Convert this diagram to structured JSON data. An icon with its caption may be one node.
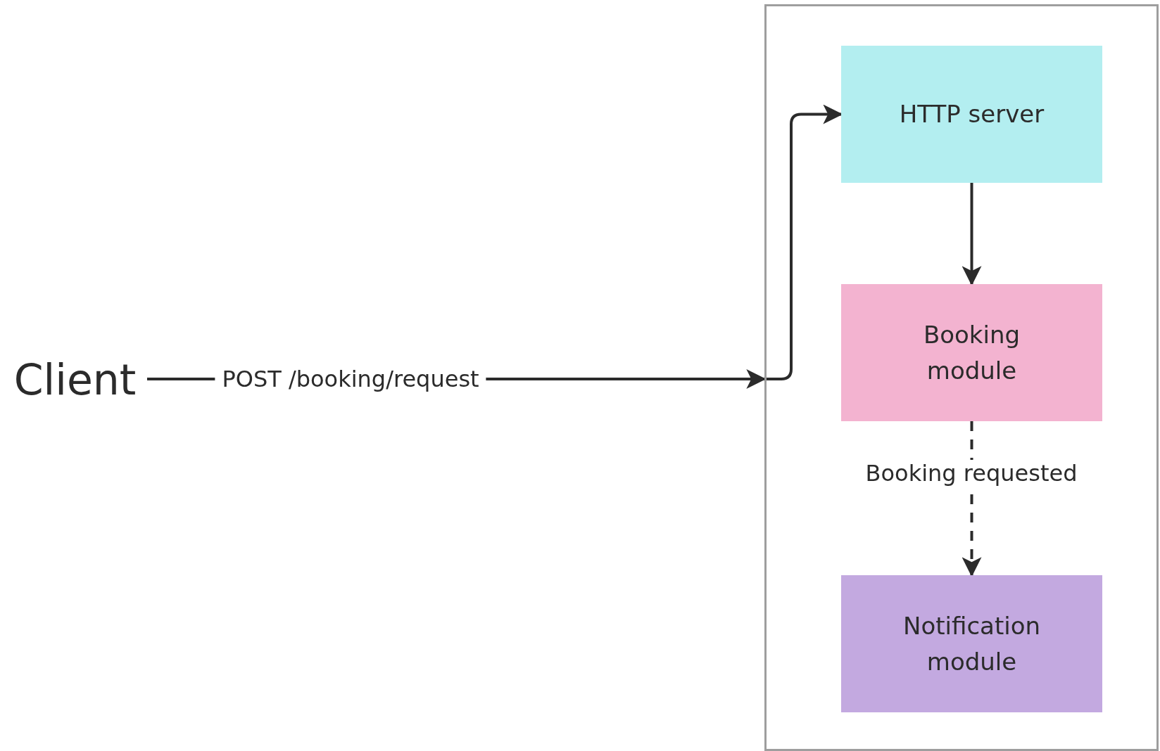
{
  "diagram": {
    "nodes": [
      {
        "text": [
          "Client"
        ]
      },
      {
        "text": [],
        "shape": "box"
      },
      {
        "text": [
          "HTTP server"
        ],
        "in": 1
      },
      {
        "text": [
          "Booking module"
        ],
        "in": 1
      },
      {
        "text": [
          "Notification module"
        ],
        "in": 1
      }
    ],
    "edges": [
      {
        "from": 0,
        "to": 1,
        "arrow": "to",
        "label": "POST /booking/request"
      },
      {
        "from": 1,
        "to": 2,
        "arrow": "to"
      },
      {
        "from": 2,
        "to": 3,
        "arrow": "to"
      },
      {
        "from": 3,
        "to": 4,
        "arrow": "to",
        "style": "dashed",
        "label": "Booking requested"
      }
    ]
  }
}
